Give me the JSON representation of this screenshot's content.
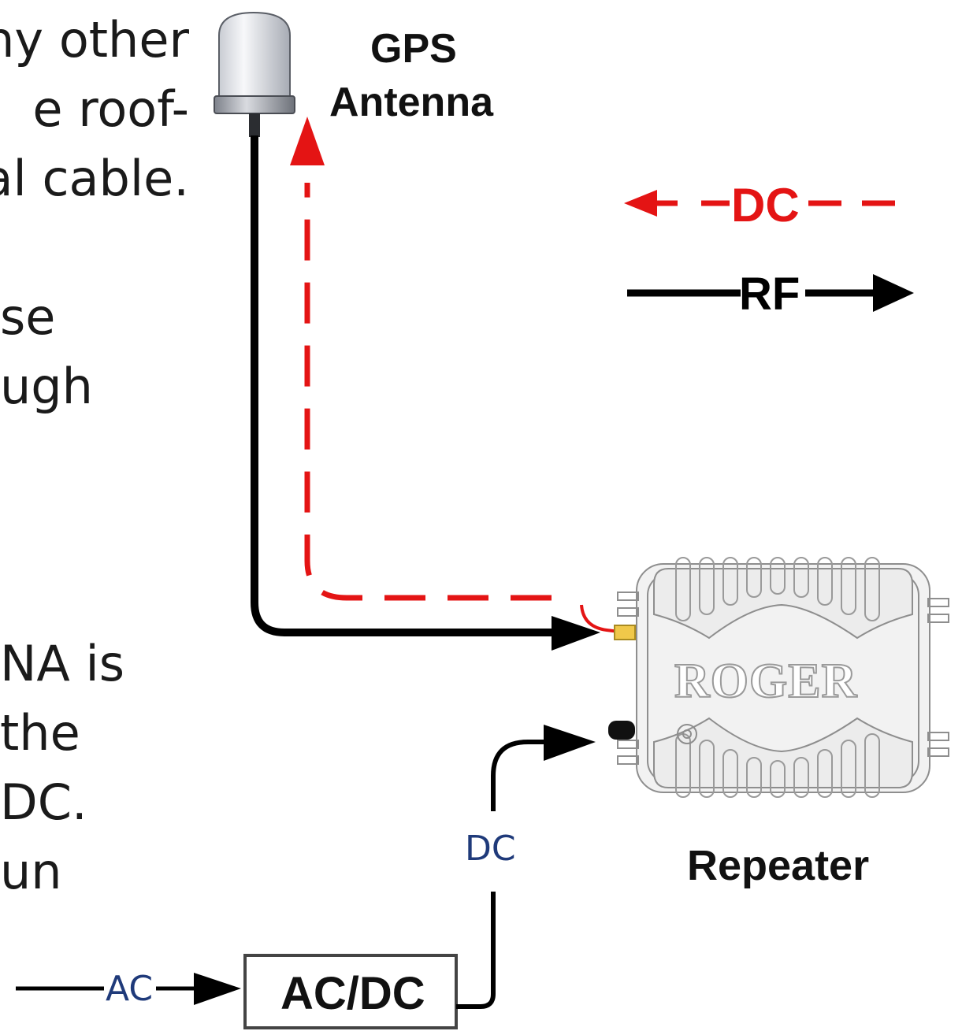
{
  "left_text_lines": [
    "ny other",
    "e roof-",
    "al cable.",
    "se",
    "ugh",
    "NA is",
    "the",
    "DC.",
    "un"
  ],
  "labels": {
    "gps_antenna_line1": "GPS",
    "gps_antenna_line2": "Antenna",
    "legend_dc": "DC",
    "legend_rf": "RF",
    "repeater_brand": "ROGER",
    "repeater": "Repeater",
    "dc_cable": "DC",
    "ac_input": "AC",
    "converter": "AC/DC"
  },
  "colors": {
    "dc_path": "#e41414",
    "rf_path": "#000000",
    "small_label": "#1f3a7a"
  }
}
